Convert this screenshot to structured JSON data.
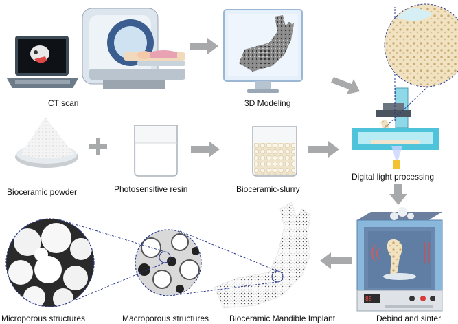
{
  "labels": {
    "ct_scan": "CT scan",
    "modeling": "3D Modeling",
    "dlp": "Digital light processing",
    "powder": "Bioceramic powder",
    "resin": "Photosensitive resin",
    "slurry": "Bioceramic-slurry",
    "micro": "Microporous structures",
    "macro": "Macroporous structures",
    "implant": "Bioceramic Mandible Implant",
    "sinter": "Debind and sinter"
  },
  "colors": {
    "arrow": "#a7a9ab",
    "dashed_line": "#2b3a8c",
    "furnace_blue": "#8ab8dc",
    "vat_cyan": "#4fc3d9",
    "slurry": "#f3ead7",
    "bone_dark": "#555555"
  },
  "icons": [
    "laptop-icon",
    "ct-scanner-icon",
    "monitor-icon",
    "dlp-printer-icon",
    "powder-dish-icon",
    "beaker-icon",
    "furnace-icon"
  ]
}
